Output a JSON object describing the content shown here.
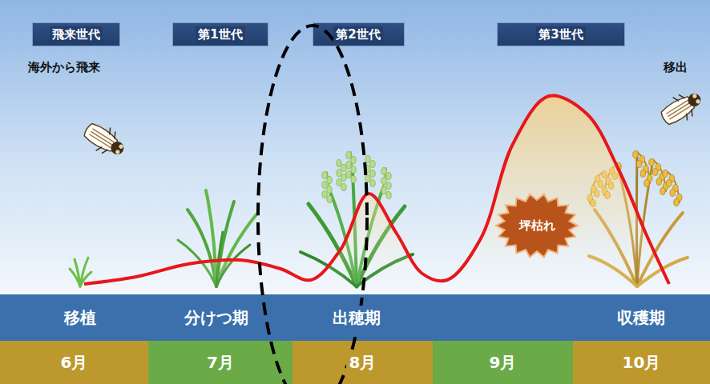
{
  "diagram": {
    "nodes": [
      {
        "text": [
          "飛来世代"
        ]
      },
      {
        "text": [
          "第1世代"
        ]
      },
      {
        "text": [
          "第2世代"
        ]
      },
      {
        "text": [
          "第3世代"
        ]
      },
      {
        "text": [
          "坪枯れ"
        ]
      },
      {
        "text": [
          "移植",
          "分けつ期",
          "出穂期",
          "収穫期"
        ]
      },
      {
        "text": [
          "6月"
        ]
      },
      {
        "text": [
          "7月"
        ]
      },
      {
        "text": [
          "8月"
        ]
      },
      {
        "text": [
          "9月"
        ]
      },
      {
        "text": [
          "10月"
        ]
      }
    ],
    "labels": [
      "海外から飛来",
      "移出"
    ]
  }
}
